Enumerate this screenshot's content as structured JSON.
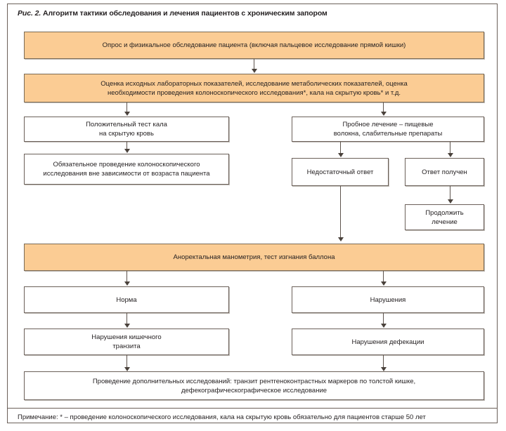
{
  "figure": {
    "number": "Рис. 2.",
    "title": "Алгоритм тактики обследования и лечения пациентов с хроническим запором",
    "border_color": "#6b6059",
    "accent_color": "#fbcc94"
  },
  "nodes": {
    "n1": {
      "id": "survey-physical-exam",
      "style": "orange",
      "lines": [
        "Опрос и физикальное обследование пациента (включая пальцевое исследование прямой кишки)"
      ]
    },
    "n2": {
      "id": "baseline-lab-assessment",
      "style": "orange",
      "lines": [
        "Оценка исходных лабораторных показателей, исследование метаболических показателей, оценка",
        "необходимости проведения колоноскопического исследования*, кала на скрытую кровь* и т.д."
      ]
    },
    "n3": {
      "id": "positive-occult-blood-test",
      "style": "white",
      "lines": [
        "Положительный тест кала",
        "на скрытую кровь"
      ]
    },
    "n4": {
      "id": "mandatory-colonoscopy",
      "style": "white",
      "lines": [
        "Обязательное проведение колоноскопического",
        "исследования вне зависимости от возраста пациента"
      ]
    },
    "n5": {
      "id": "trial-treatment",
      "style": "white",
      "lines": [
        "Пробное лечение – пищевые",
        "волокна, слабительные препараты"
      ]
    },
    "n6": {
      "id": "insufficient-response",
      "style": "white",
      "lines": [
        "Недостаточный ответ"
      ]
    },
    "n7": {
      "id": "response-achieved",
      "style": "white",
      "lines": [
        "Ответ получен"
      ]
    },
    "n8": {
      "id": "continue-treatment",
      "style": "white",
      "lines": [
        "Продолжить",
        "лечение"
      ]
    },
    "n9": {
      "id": "anorectal-manometry",
      "style": "orange",
      "lines": [
        "Аноректальная манометрия, тест изгнания баллона"
      ]
    },
    "n10": {
      "id": "normal",
      "style": "white",
      "lines": [
        "Норма"
      ]
    },
    "n11": {
      "id": "abnormalities",
      "style": "white",
      "lines": [
        "Нарушения"
      ]
    },
    "n12": {
      "id": "intestinal-transit-disorders",
      "style": "white",
      "lines": [
        "Нарушения кишечного",
        "транзита"
      ]
    },
    "n13": {
      "id": "defecation-disorders",
      "style": "white",
      "lines": [
        "Нарушения дефекации"
      ]
    },
    "n14": {
      "id": "additional-investigations",
      "style": "white",
      "lines": [
        "Проведение дополнительных исследований: транзит рентгеноконтрастных маркеров по толстой кишке,",
        "дефекографическографическое исследование"
      ]
    }
  },
  "footer": {
    "note": "Примечание: * – проведение колоноскопического исследования, кала на скрытую кровь обязательно для пациентов старше 50 лет"
  }
}
